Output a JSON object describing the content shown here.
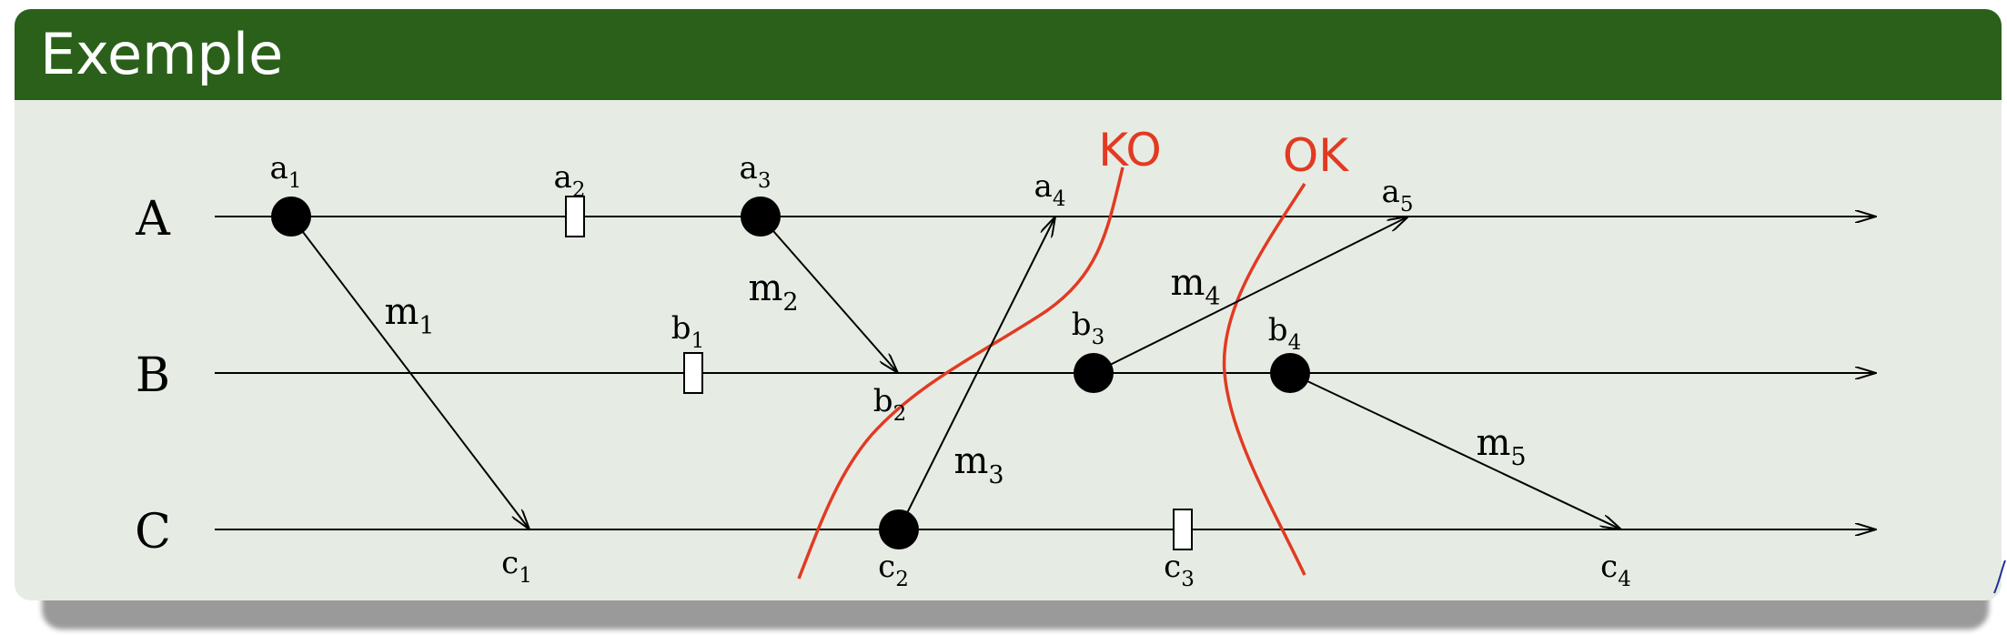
{
  "title": "Exemple",
  "processes": [
    {
      "id": "A",
      "label": "A"
    },
    {
      "id": "B",
      "label": "B"
    },
    {
      "id": "C",
      "label": "C"
    }
  ],
  "events": [
    {
      "id": "a1",
      "base": "a",
      "sub": "1",
      "process": "A",
      "kind": "dot"
    },
    {
      "id": "a2",
      "base": "a",
      "sub": "2",
      "process": "A",
      "kind": "box"
    },
    {
      "id": "a3",
      "base": "a",
      "sub": "3",
      "process": "A",
      "kind": "dot"
    },
    {
      "id": "a4",
      "base": "a",
      "sub": "4",
      "process": "A",
      "kind": "none"
    },
    {
      "id": "a5",
      "base": "a",
      "sub": "5",
      "process": "A",
      "kind": "none"
    },
    {
      "id": "b1",
      "base": "b",
      "sub": "1",
      "process": "B",
      "kind": "box"
    },
    {
      "id": "b2",
      "base": "b",
      "sub": "2",
      "process": "B",
      "kind": "none"
    },
    {
      "id": "b3",
      "base": "b",
      "sub": "3",
      "process": "B",
      "kind": "dot"
    },
    {
      "id": "b4",
      "base": "b",
      "sub": "4",
      "process": "B",
      "kind": "dot"
    },
    {
      "id": "c1",
      "base": "c",
      "sub": "1",
      "process": "C",
      "kind": "none"
    },
    {
      "id": "c2",
      "base": "c",
      "sub": "2",
      "process": "C",
      "kind": "dot"
    },
    {
      "id": "c3",
      "base": "c",
      "sub": "3",
      "process": "C",
      "kind": "box"
    },
    {
      "id": "c4",
      "base": "c",
      "sub": "4",
      "process": "C",
      "kind": "none"
    }
  ],
  "messages": [
    {
      "base": "m",
      "sub": "1",
      "from": "a1",
      "to": "c1"
    },
    {
      "base": "m",
      "sub": "2",
      "from": "a3",
      "to": "b2"
    },
    {
      "base": "m",
      "sub": "3",
      "from": "c2",
      "to": "a4"
    },
    {
      "base": "m",
      "sub": "4",
      "from": "b3",
      "to": "a5"
    },
    {
      "base": "m",
      "sub": "5",
      "from": "b4",
      "to": "c4"
    }
  ],
  "cuts": [
    {
      "label": "KO",
      "color": "#e23a22"
    },
    {
      "label": "OK",
      "color": "#e23a22"
    }
  ]
}
